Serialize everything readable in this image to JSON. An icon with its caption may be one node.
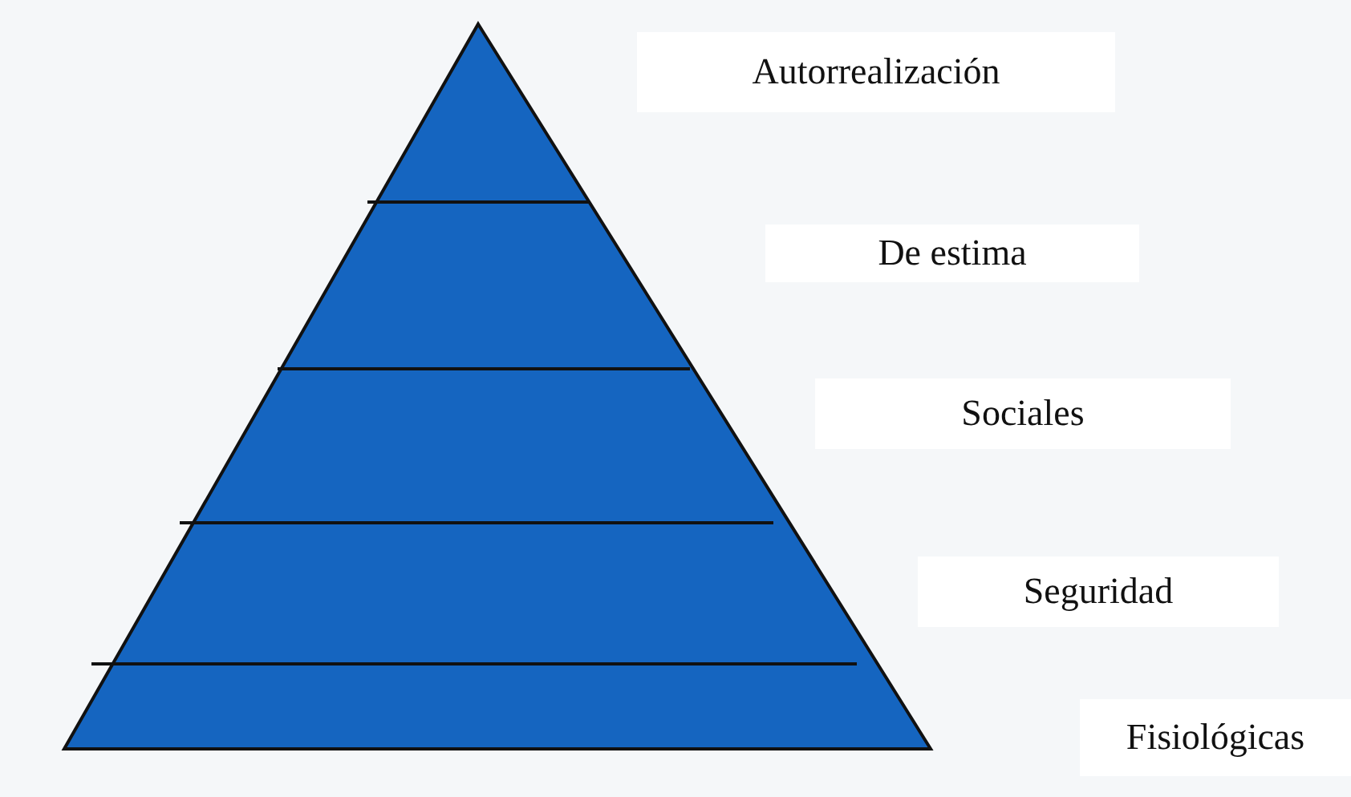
{
  "diagram": {
    "nodes": [
      {
        "text": [
          "Autorrealización"
        ]
      },
      {
        "text": [
          "De estima"
        ]
      },
      {
        "text": [
          "Sociales"
        ]
      },
      {
        "text": [
          "Seguridad"
        ]
      },
      {
        "text": [
          "Fisiológicas"
        ]
      }
    ]
  }
}
